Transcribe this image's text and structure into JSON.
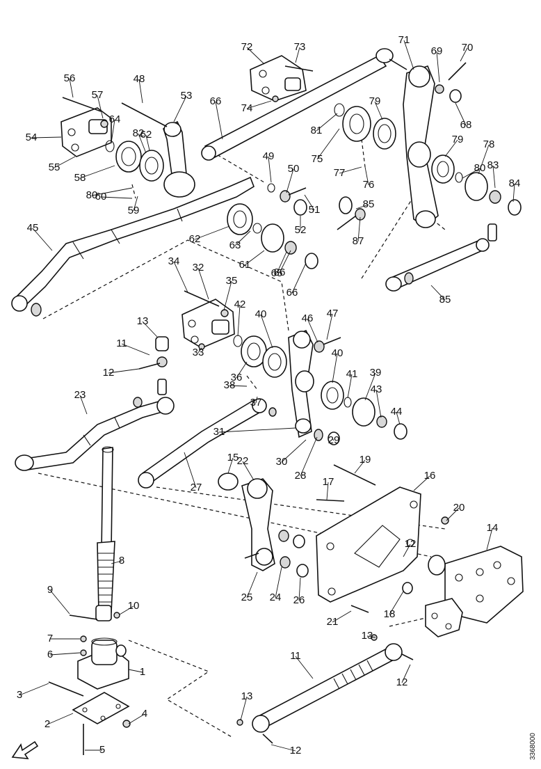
{
  "document_id": "3368000",
  "callouts": [
    {
      "n": "1"
    },
    {
      "n": "2"
    },
    {
      "n": "3"
    },
    {
      "n": "4"
    },
    {
      "n": "5"
    },
    {
      "n": "6"
    },
    {
      "n": "7"
    },
    {
      "n": "8"
    },
    {
      "n": "9"
    },
    {
      "n": "10"
    },
    {
      "n": "11"
    },
    {
      "n": "12"
    },
    {
      "n": "13"
    },
    {
      "n": "11"
    },
    {
      "n": "12"
    },
    {
      "n": "13"
    },
    {
      "n": "12"
    },
    {
      "n": "13"
    },
    {
      "n": "12"
    },
    {
      "n": "14"
    },
    {
      "n": "15"
    },
    {
      "n": "16"
    },
    {
      "n": "17"
    },
    {
      "n": "18"
    },
    {
      "n": "19"
    },
    {
      "n": "20"
    },
    {
      "n": "21"
    },
    {
      "n": "22"
    },
    {
      "n": "23"
    },
    {
      "n": "24"
    },
    {
      "n": "25"
    },
    {
      "n": "26"
    },
    {
      "n": "27"
    },
    {
      "n": "28"
    },
    {
      "n": "29"
    },
    {
      "n": "30"
    },
    {
      "n": "31"
    },
    {
      "n": "32"
    },
    {
      "n": "33"
    },
    {
      "n": "34"
    },
    {
      "n": "35"
    },
    {
      "n": "36"
    },
    {
      "n": "37"
    },
    {
      "n": "38"
    },
    {
      "n": "39"
    },
    {
      "n": "40"
    },
    {
      "n": "40"
    },
    {
      "n": "41"
    },
    {
      "n": "42"
    },
    {
      "n": "43"
    },
    {
      "n": "44"
    },
    {
      "n": "45"
    },
    {
      "n": "46"
    },
    {
      "n": "47"
    },
    {
      "n": "48"
    },
    {
      "n": "49"
    },
    {
      "n": "50"
    },
    {
      "n": "51"
    },
    {
      "n": "52"
    },
    {
      "n": "53"
    },
    {
      "n": "54"
    },
    {
      "n": "55"
    },
    {
      "n": "56"
    },
    {
      "n": "57"
    },
    {
      "n": "58"
    },
    {
      "n": "59"
    },
    {
      "n": "60"
    },
    {
      "n": "61"
    },
    {
      "n": "62"
    },
    {
      "n": "62"
    },
    {
      "n": "63"
    },
    {
      "n": "64"
    },
    {
      "n": "65"
    },
    {
      "n": "66"
    },
    {
      "n": "66"
    },
    {
      "n": "68"
    },
    {
      "n": "69"
    },
    {
      "n": "70"
    },
    {
      "n": "71"
    },
    {
      "n": "72"
    },
    {
      "n": "73"
    },
    {
      "n": "74"
    },
    {
      "n": "75"
    },
    {
      "n": "76"
    },
    {
      "n": "77"
    },
    {
      "n": "78"
    },
    {
      "n": "79"
    },
    {
      "n": "79"
    },
    {
      "n": "80"
    },
    {
      "n": "80"
    },
    {
      "n": "81"
    },
    {
      "n": "82"
    },
    {
      "n": "83"
    },
    {
      "n": "84"
    },
    {
      "n": "85"
    },
    {
      "n": "85"
    },
    {
      "n": "86"
    },
    {
      "n": "87"
    }
  ]
}
